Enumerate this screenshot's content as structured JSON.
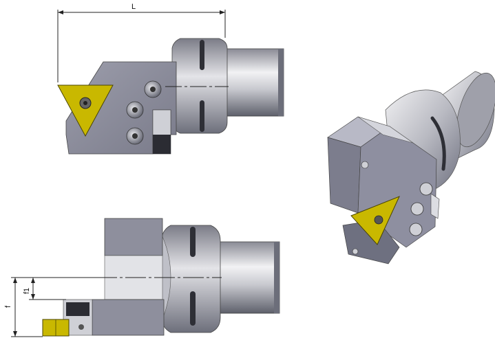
{
  "dimensions": {
    "length_label": "L",
    "f_label": "f",
    "f1_label": "f1"
  },
  "colors": {
    "insert_yellow": "#c9b800",
    "steel_light": "#d9dade",
    "steel_mid": "#a9aab4",
    "steel_dark": "#6e7080",
    "block_dark": "#5f6170"
  }
}
